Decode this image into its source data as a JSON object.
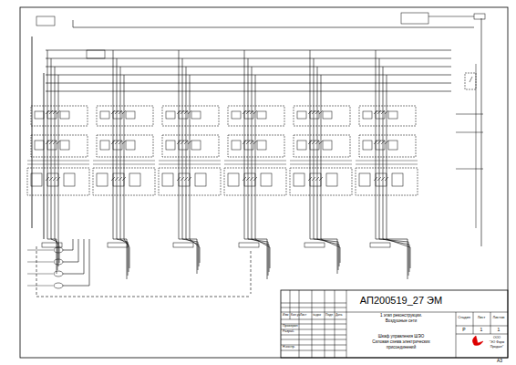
{
  "diagram": {
    "title": "АП200519_27 ЭМ",
    "labels": [
      "1 этап реконструкции.",
      "Воздушные сети",
      "Шкаф управления ШЭО",
      "Силовая схема электрических",
      "присоединений",
      "Изм",
      "Кол.уч",
      "Лист",
      "№док",
      "Подп",
      "Дата",
      "Проверил",
      "Разраб.",
      "Н.контр.",
      "Стадия",
      "Лист",
      "Листов",
      "Р",
      "1",
      "1",
      "ООО",
      "\"ЭО Форм",
      "Продакт\"",
      "А3"
    ]
  }
}
